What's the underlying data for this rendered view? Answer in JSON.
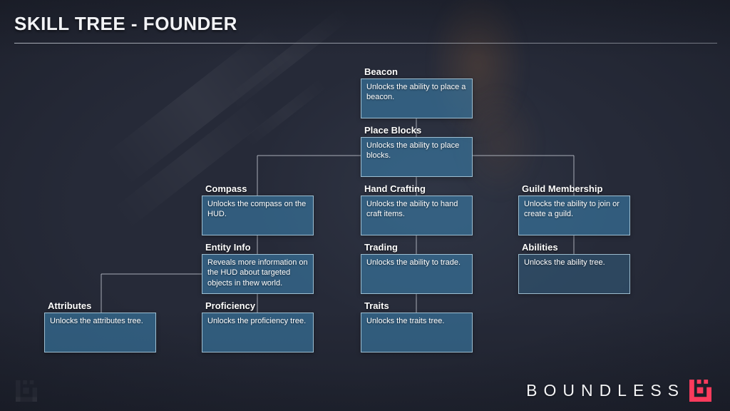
{
  "title": "SKILL TREE - FOUNDER",
  "brand": {
    "name": "BOUNDLESS",
    "logo_color": "#fb3b5c"
  },
  "colors": {
    "background": "#262a38",
    "node_fill": "#2f6286",
    "node_border": "#a9cbde",
    "connector": "#cdd1da",
    "title_text": "#f2f3f6"
  },
  "nodes": [
    {
      "id": "beacon",
      "label": "Beacon",
      "description": "Unlocks the ability to place a beacon."
    },
    {
      "id": "place-blocks",
      "label": "Place Blocks",
      "description": "Unlocks the ability to place blocks."
    },
    {
      "id": "compass",
      "label": "Compass",
      "description": "Unlocks the compass on the HUD."
    },
    {
      "id": "hand-crafting",
      "label": "Hand Crafting",
      "description": "Unlocks the ability to hand craft items."
    },
    {
      "id": "guild-membership",
      "label": "Guild Membership",
      "description": "Unlocks the ability to join or create a guild."
    },
    {
      "id": "entity-info",
      "label": "Entity Info",
      "description": "Reveals more information on the HUD about targeted objects in thew world."
    },
    {
      "id": "trading",
      "label": "Trading",
      "description": "Unlocks the ability to trade."
    },
    {
      "id": "abilities",
      "label": "Abilities",
      "description": "Unlocks the ability tree."
    },
    {
      "id": "attributes",
      "label": "Attributes",
      "description": "Unlocks the attributes tree."
    },
    {
      "id": "proficiency",
      "label": "Proficiency",
      "description": "Unlocks the proficiency tree."
    },
    {
      "id": "traits",
      "label": "Traits",
      "description": "Unlocks the traits tree."
    }
  ],
  "edges": [
    "Beacon -> Place Blocks",
    "Place Blocks -> Compass",
    "Place Blocks -> Hand Crafting",
    "Place Blocks -> Guild Membership",
    "Compass -> Entity Info",
    "Hand Crafting -> Trading",
    "Guild Membership -> Abilities",
    "Entity Info -> Attributes",
    "Entity Info -> Proficiency",
    "Trading -> Traits"
  ]
}
